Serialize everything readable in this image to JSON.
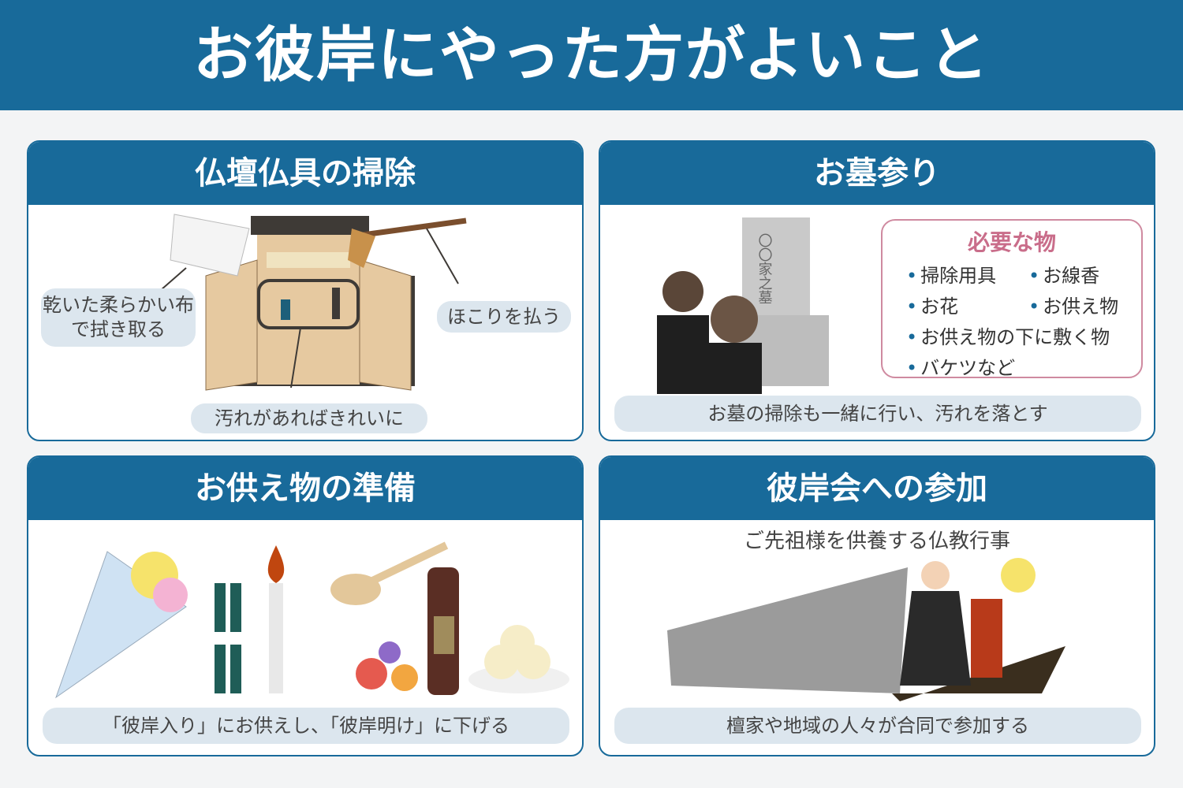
{
  "title": "お彼岸にやった方がよいこと",
  "cards": [
    {
      "title": "仏壇仏具の掃除",
      "labels": [
        "乾いた柔らかい布で拭き取る",
        "ほこりを払う",
        "汚れがあればきれいに"
      ]
    },
    {
      "title": "お墓参り",
      "grave_text": "〇〇家之墓",
      "needs_title": "必要な物",
      "needs": [
        "掃除用具",
        "お線香",
        "お花",
        "お供え物",
        "お供え物の下に敷く物",
        "バケツなど"
      ],
      "caption": "お墓の掃除も一緒に行い、汚れを落とす"
    },
    {
      "title": "お供え物の準備",
      "caption": "「彼岸入り」にお供えし、「彼岸明け」に下げる"
    },
    {
      "title": "彼岸会への参加",
      "subtitle": "ご先祖様を供養する仏教行事",
      "caption": "檀家や地域の人々が合同で参加する"
    }
  ]
}
